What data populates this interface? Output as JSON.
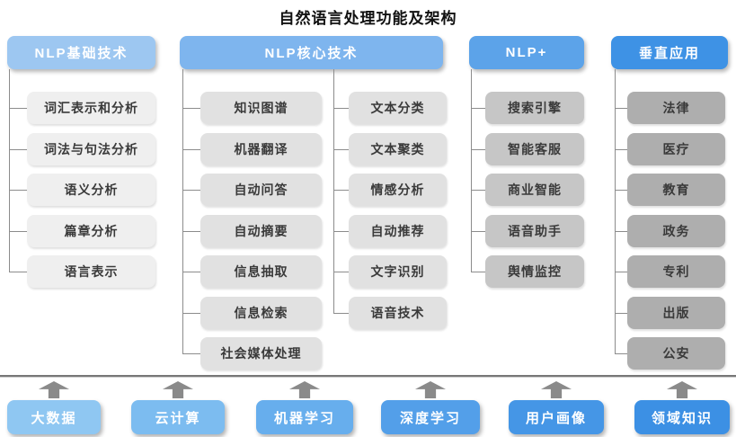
{
  "title": "自然语言处理功能及架构",
  "colors": {
    "connector": "#8c8c8c",
    "arrow": "#8a8a8a",
    "separator_dark": "#777777",
    "separator_light": "#cfcfcf",
    "node_text": "#3a3a3a",
    "header_text": "#ffffff",
    "background": "#ffffff"
  },
  "columns": [
    {
      "id": "nlp-basic",
      "header": "NLP基础技术",
      "header_color": "#9dc7f1",
      "item_color": "#efefef",
      "subcolumns": [
        [
          "词汇表示和分析",
          "词法与句法分析",
          "语义分析",
          "篇章分析",
          "语言表示"
        ]
      ]
    },
    {
      "id": "nlp-core",
      "header": "NLP核心技术",
      "header_color": "#7eb5ee",
      "item_color": "#e1e1e1",
      "subcolumns": [
        [
          "知识图谱",
          "机器翻译",
          "自动问答",
          "自动摘要",
          "信息抽取",
          "信息检索",
          "社会媒体处理"
        ],
        [
          "文本分类",
          "文本聚类",
          "情感分析",
          "自动推荐",
          "文字识别",
          "语音技术"
        ]
      ]
    },
    {
      "id": "nlp-plus",
      "header": "NLP+",
      "header_color": "#5ca3e9",
      "item_color": "#c6c6c6",
      "subcolumns": [
        [
          "搜索引擎",
          "智能客服",
          "商业智能",
          "语音助手",
          "舆情监控"
        ]
      ]
    },
    {
      "id": "vertical-apps",
      "header": "垂直应用",
      "header_color": "#3e92e5",
      "item_color": "#aeaeae",
      "subcolumns": [
        [
          "法律",
          "医疗",
          "教育",
          "政务",
          "专利",
          "出版",
          "公安"
        ]
      ]
    }
  ],
  "foundation": [
    {
      "label": "大数据",
      "color": "#8fc7f2"
    },
    {
      "label": "云计算",
      "color": "#7cbcf0"
    },
    {
      "label": "机器学习",
      "color": "#67aeed"
    },
    {
      "label": "深度学习",
      "color": "#539fe9"
    },
    {
      "label": "用户画像",
      "color": "#4596e6"
    },
    {
      "label": "领域知识",
      "color": "#3c90e4"
    }
  ]
}
